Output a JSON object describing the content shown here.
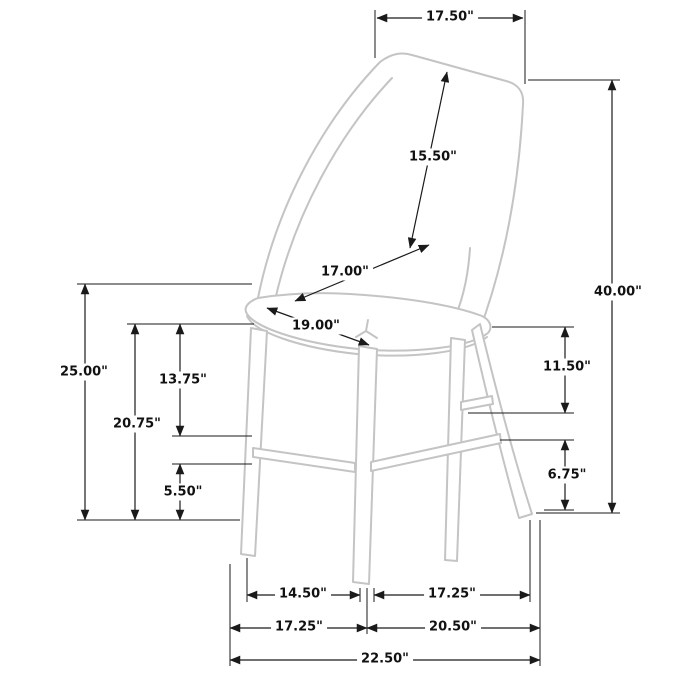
{
  "diagram": {
    "subject": "chair-dimension-drawing",
    "colors": {
      "dimension_line": "#1a1a1a",
      "chair_outline": "#c4c4c4",
      "background": "#ffffff"
    }
  },
  "dims": {
    "top_width": "17.50\"",
    "back_diagonal": "15.50\"",
    "seat_diagonal": "17.00\"",
    "seat_width": "19.00\"",
    "overall_height": "40.00\"",
    "seat_to_footrest": "11.50\"",
    "footrest_to_floor": "6.75\"",
    "seat_height": "25.00\"",
    "left_mid_height": "20.75\"",
    "left_upper_height": "13.75\"",
    "left_lower_height": "5.50\"",
    "bottom_row1_left": "14.50\"",
    "bottom_row1_right": "17.25\"",
    "bottom_row2_left": "17.25\"",
    "bottom_row2_right": "20.50\"",
    "bottom_total": "22.50\""
  }
}
